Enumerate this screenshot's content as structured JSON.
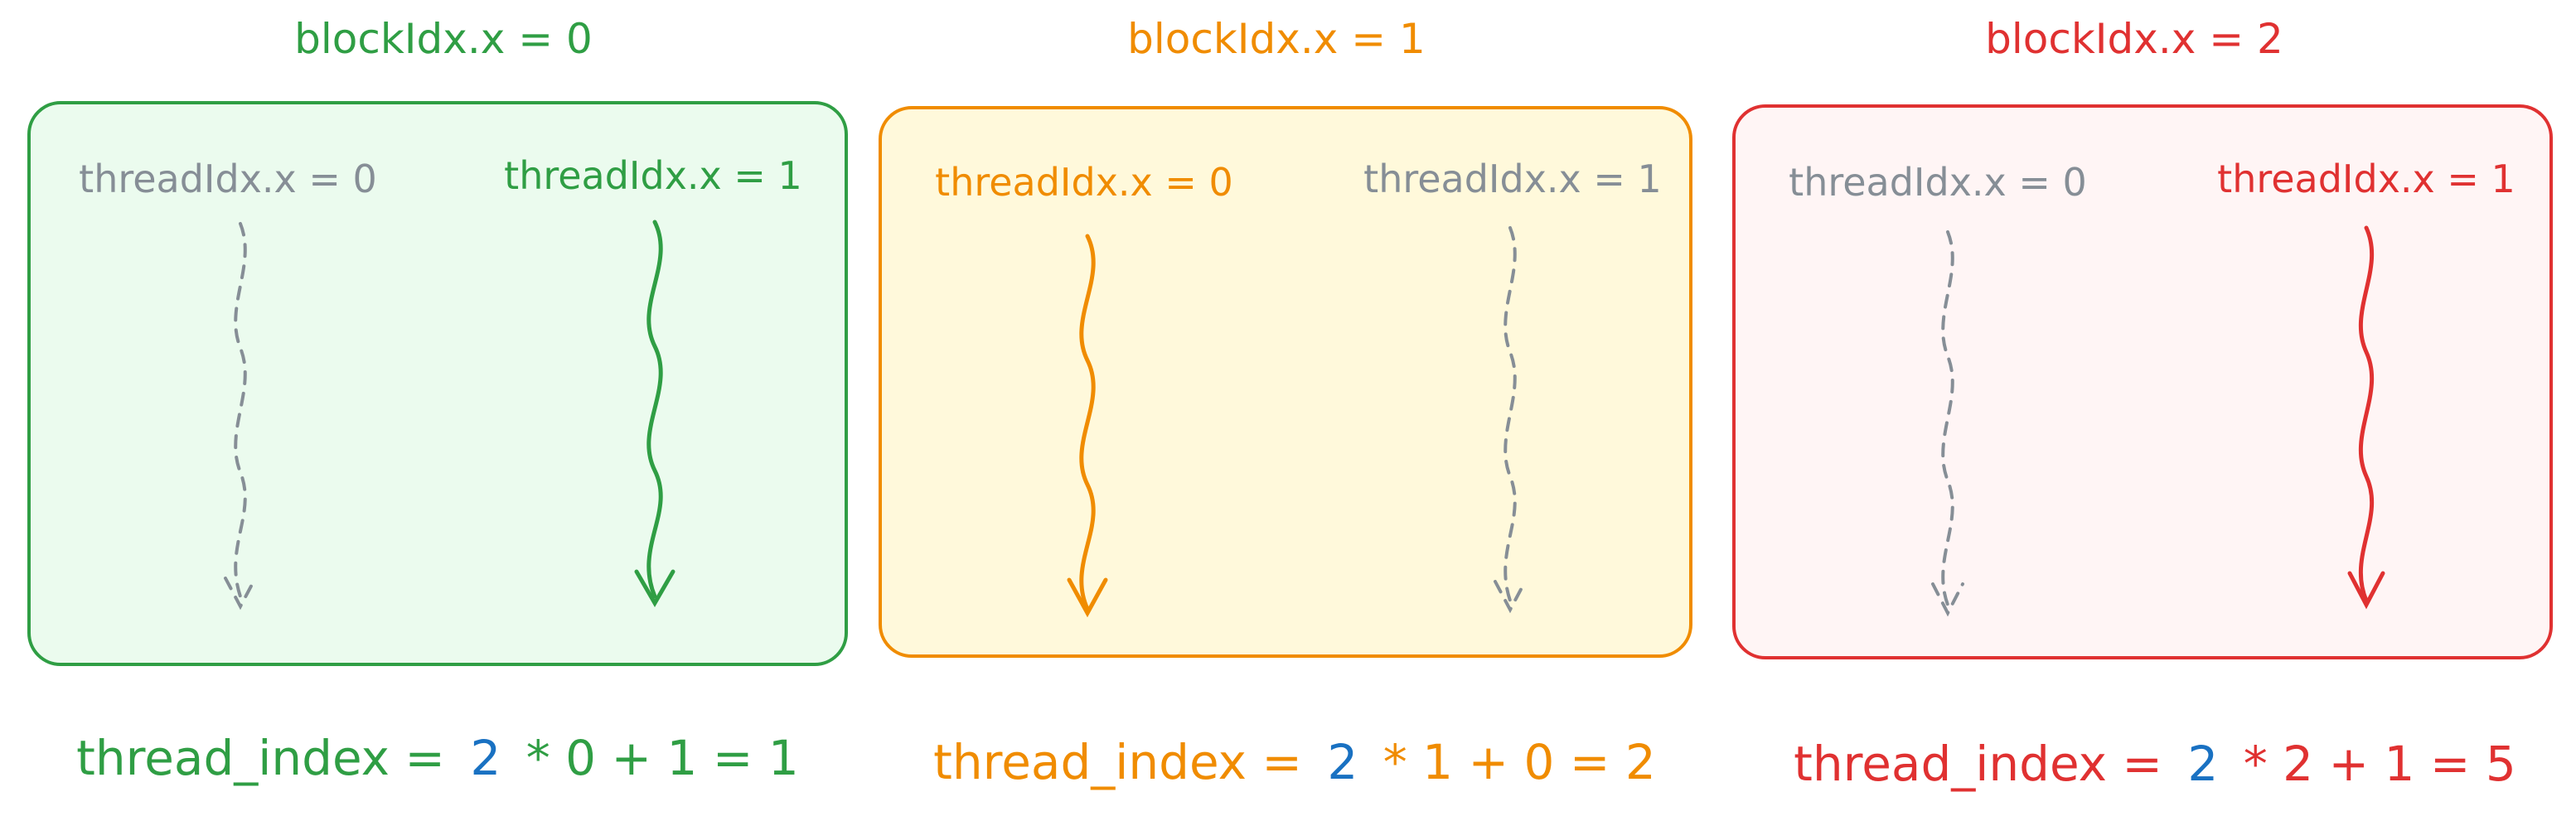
{
  "colors": {
    "green": "#2f9e44",
    "green_fill": "#ebfbee",
    "orange": "#f08c00",
    "orange_fill": "#fff9db",
    "red": "#e03131",
    "red_fill": "#fff5f5",
    "gray": "#868e96",
    "blue": "#1971c2"
  },
  "blocks": [
    {
      "title": "blockIdx.x = 0",
      "accent": "green",
      "threads": [
        {
          "label": "threadIdx.x = 0",
          "active": false
        },
        {
          "label": "threadIdx.x = 1",
          "active": true
        }
      ],
      "formula": {
        "lhs": "thread_index =",
        "multiplier": "2",
        "rest": "* 0 + 1 = 1"
      }
    },
    {
      "title": "blockIdx.x = 1",
      "accent": "orange",
      "threads": [
        {
          "label": "threadIdx.x = 0",
          "active": true
        },
        {
          "label": "threadIdx.x = 1",
          "active": false
        }
      ],
      "formula": {
        "lhs": "thread_index =",
        "multiplier": "2",
        "rest": "* 1 + 0 = 2"
      }
    },
    {
      "title": "blockIdx.x = 2",
      "accent": "red",
      "threads": [
        {
          "label": "threadIdx.x = 0",
          "active": false
        },
        {
          "label": "threadIdx.x = 1",
          "active": true
        }
      ],
      "formula": {
        "lhs": "thread_index =",
        "multiplier": "2",
        "rest": "* 2 + 1 = 5"
      }
    }
  ]
}
